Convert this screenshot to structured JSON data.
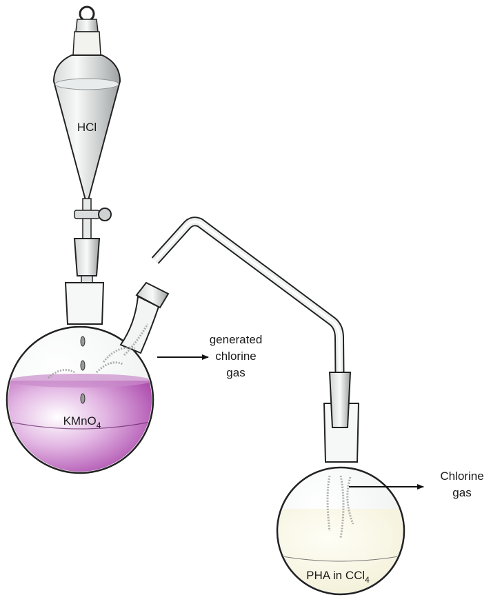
{
  "labels": {
    "funnel_reagent": "HCl",
    "flask1_reagent_main": "KMnO",
    "flask1_reagent_sub": "4",
    "gen_line1": "generated",
    "gen_line2": "chlorine",
    "gen_line3": "gas",
    "cl_line1": "Chlorine",
    "cl_line2": "gas",
    "flask2_reagent_main": "PHA in CCl",
    "flask2_reagent_sub": "4"
  },
  "colors": {
    "kmno4_solution": "#a23fa3",
    "pha_solution": "#f3f0d6",
    "glass_outline": "#222222",
    "glass_fill": "#f4f6f6",
    "arrow": "#111111"
  }
}
